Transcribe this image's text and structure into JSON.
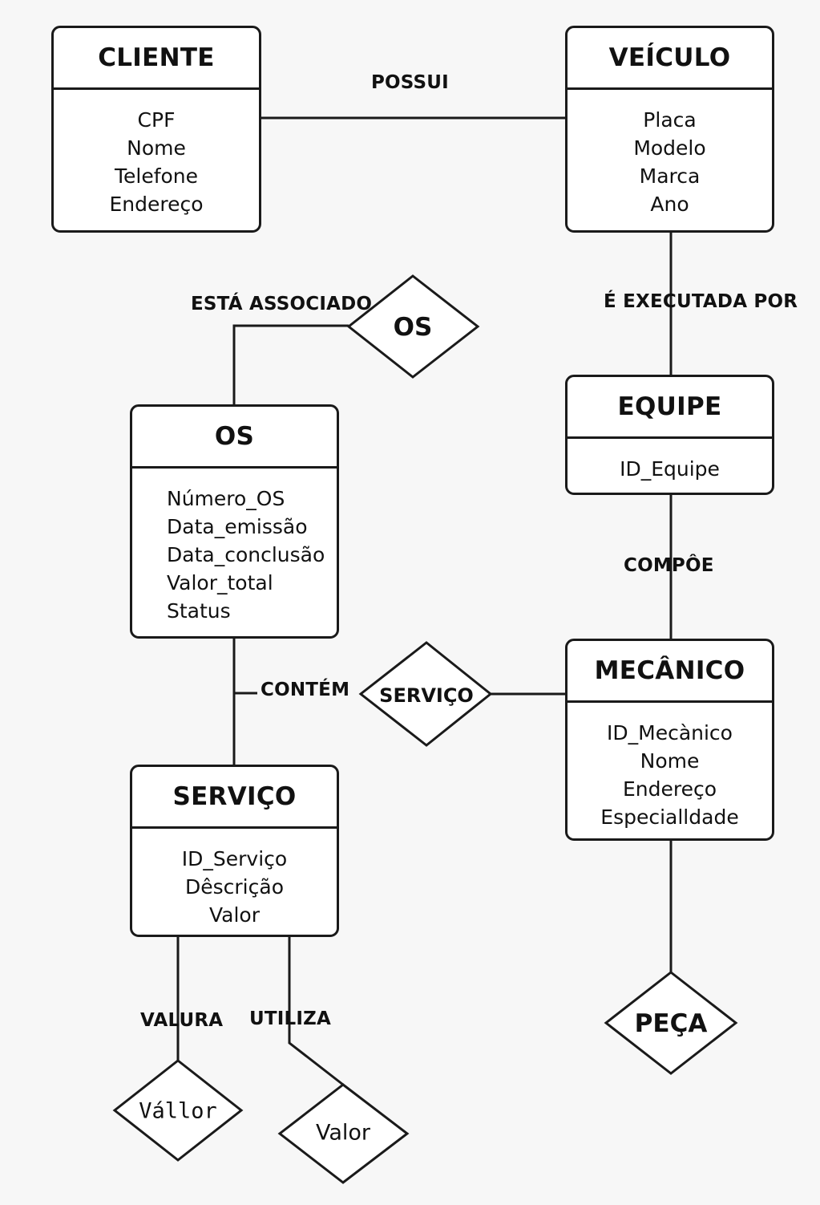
{
  "entities": {
    "cliente": {
      "title": "CLIENTE",
      "attributes": [
        "CPF",
        "Nome",
        "Telefone",
        "Endereço"
      ]
    },
    "veiculo": {
      "title": "VEÍCULO",
      "attributes": [
        "Placa",
        "Modelo",
        "Marca",
        "Ano"
      ]
    },
    "equipe": {
      "title": "EQUIPE",
      "attributes": [
        "ID_Equipe"
      ]
    },
    "os": {
      "title": "OS",
      "attributes": [
        "Número_OS",
        "Data_emissão",
        "Data_conclusão",
        "Valor_total",
        "Status"
      ]
    },
    "mecanico": {
      "title": "MECÂNICO",
      "attributes": [
        "ID_Mecànico",
        "Nome",
        "Endereço",
        "Especialldade"
      ]
    },
    "servico": {
      "title": "SERVIÇO",
      "attributes": [
        "ID_Serviço",
        "Dêscrição",
        "Valor"
      ]
    }
  },
  "relationships": {
    "possui": "POSSUI",
    "executada_por": "É EXECUTADA POR",
    "associado": "ESTÁ ASSOCIADO",
    "compoe": "COMPÔE",
    "contem": "CONTÉM",
    "valura": "VALURA",
    "utiliza": "UTILIZA"
  },
  "diamonds": {
    "os": "OS",
    "servico": "SERVIÇO",
    "peca": "PEÇA",
    "vallor": "Vállor",
    "valor": "Valor"
  },
  "colors": {
    "stroke": "#1a1a1a",
    "background": "#f7f7f7",
    "box_fill": "#ffffff"
  }
}
